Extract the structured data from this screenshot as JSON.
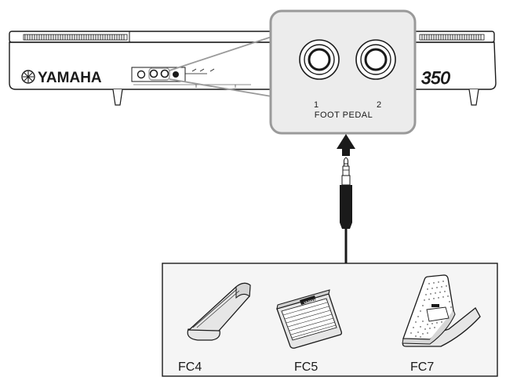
{
  "keyboard": {
    "brand": "YAMAHA",
    "model_fragment": "350"
  },
  "jacks": {
    "label_1": "1",
    "label_2": "2",
    "caption": "FOOT PEDAL"
  },
  "pedals": [
    {
      "name": "FC4",
      "icon": "sustain-pedal-icon"
    },
    {
      "name": "FC5",
      "icon": "footswitch-icon"
    },
    {
      "name": "FC7",
      "icon": "expression-pedal-icon"
    }
  ],
  "colors": {
    "line": "#1a1a1a",
    "callout_border": "#9a9a9a",
    "callout_fill": "#ececec",
    "panel_fill": "#f5f5f5",
    "connector_fill": "#e6e6e6"
  }
}
